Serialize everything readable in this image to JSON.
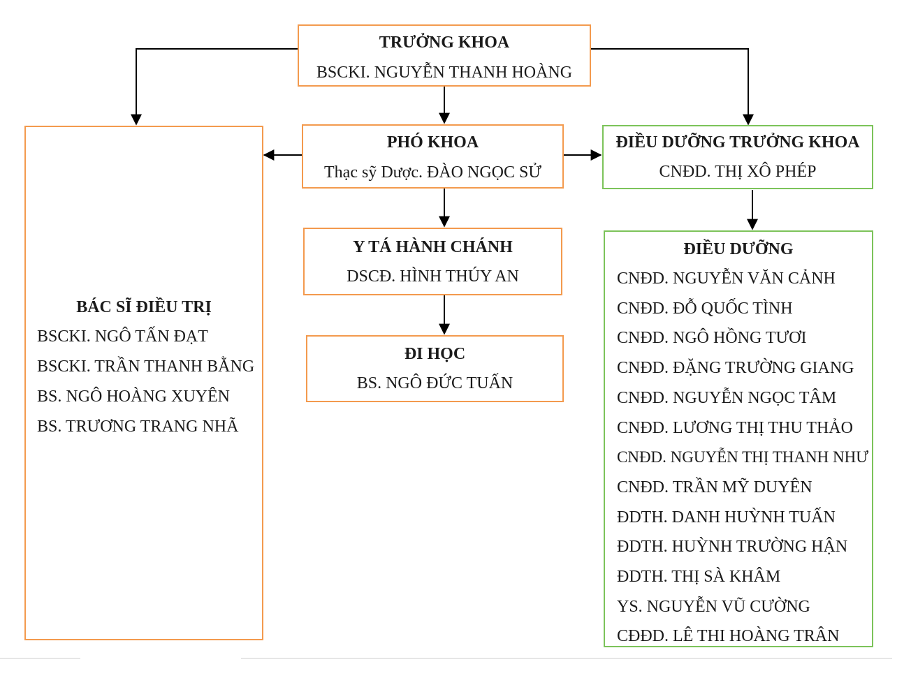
{
  "head": {
    "title": "TRƯỞNG KHOA",
    "person": "BSCKI. NGUYỄN THANH HOÀNG"
  },
  "deputy": {
    "title": "PHÓ KHOA",
    "person": "Thạc sỹ Dược. ĐÀO NGỌC SỬ"
  },
  "head_nurse": {
    "title": "ĐIỀU DƯỠNG TRƯỞNG KHOA",
    "person": "CNĐD. THỊ XÔ PHÉP"
  },
  "admin_nurse": {
    "title": "Y TÁ HÀNH CHÁNH",
    "person": "DSCĐ. HÌNH THÚY AN"
  },
  "study": {
    "title": "ĐI HỌC",
    "person": "BS. NGÔ ĐỨC TUẤN"
  },
  "doctors": {
    "title": "BÁC SĨ ĐIỀU TRỊ",
    "members": [
      "BSCKI. NGÔ TẤN ĐẠT",
      "BSCKI. TRẦN THANH BẰNG",
      "BS. NGÔ HOÀNG XUYÊN",
      "BS. TRƯƠNG TRANG NHÃ"
    ]
  },
  "nurses": {
    "title": "ĐIỀU DƯỠNG",
    "members": [
      "CNĐD. NGUYỄN VĂN CẢNH",
      "CNĐD. ĐỖ QUỐC TÌNH",
      "CNĐD. NGÔ HỒNG TƯƠI",
      "CNĐD. ĐẶNG TRƯỜNG GIANG",
      "CNĐD. NGUYỄN NGỌC TÂM",
      "CNĐD. LƯƠNG THỊ THU THẢO",
      "CNĐD. NGUYỄN THỊ THANH NHƯ",
      "CNĐD. TRẦN MỸ DUYÊN",
      "ĐDTH. DANH HUỲNH TUẤN",
      "ĐDTH. HUỲNH TRƯỜNG HẬN",
      "ĐDTH. THỊ SÀ KHÂM",
      "YS. NGUYỄN VŨ CƯỜNG",
      "CĐĐD. LÊ THI HOÀNG TRÂN"
    ]
  },
  "colors": {
    "leadership_border": "#f39a4e",
    "nursing_border": "#7cc35a",
    "connector": "#000000"
  }
}
